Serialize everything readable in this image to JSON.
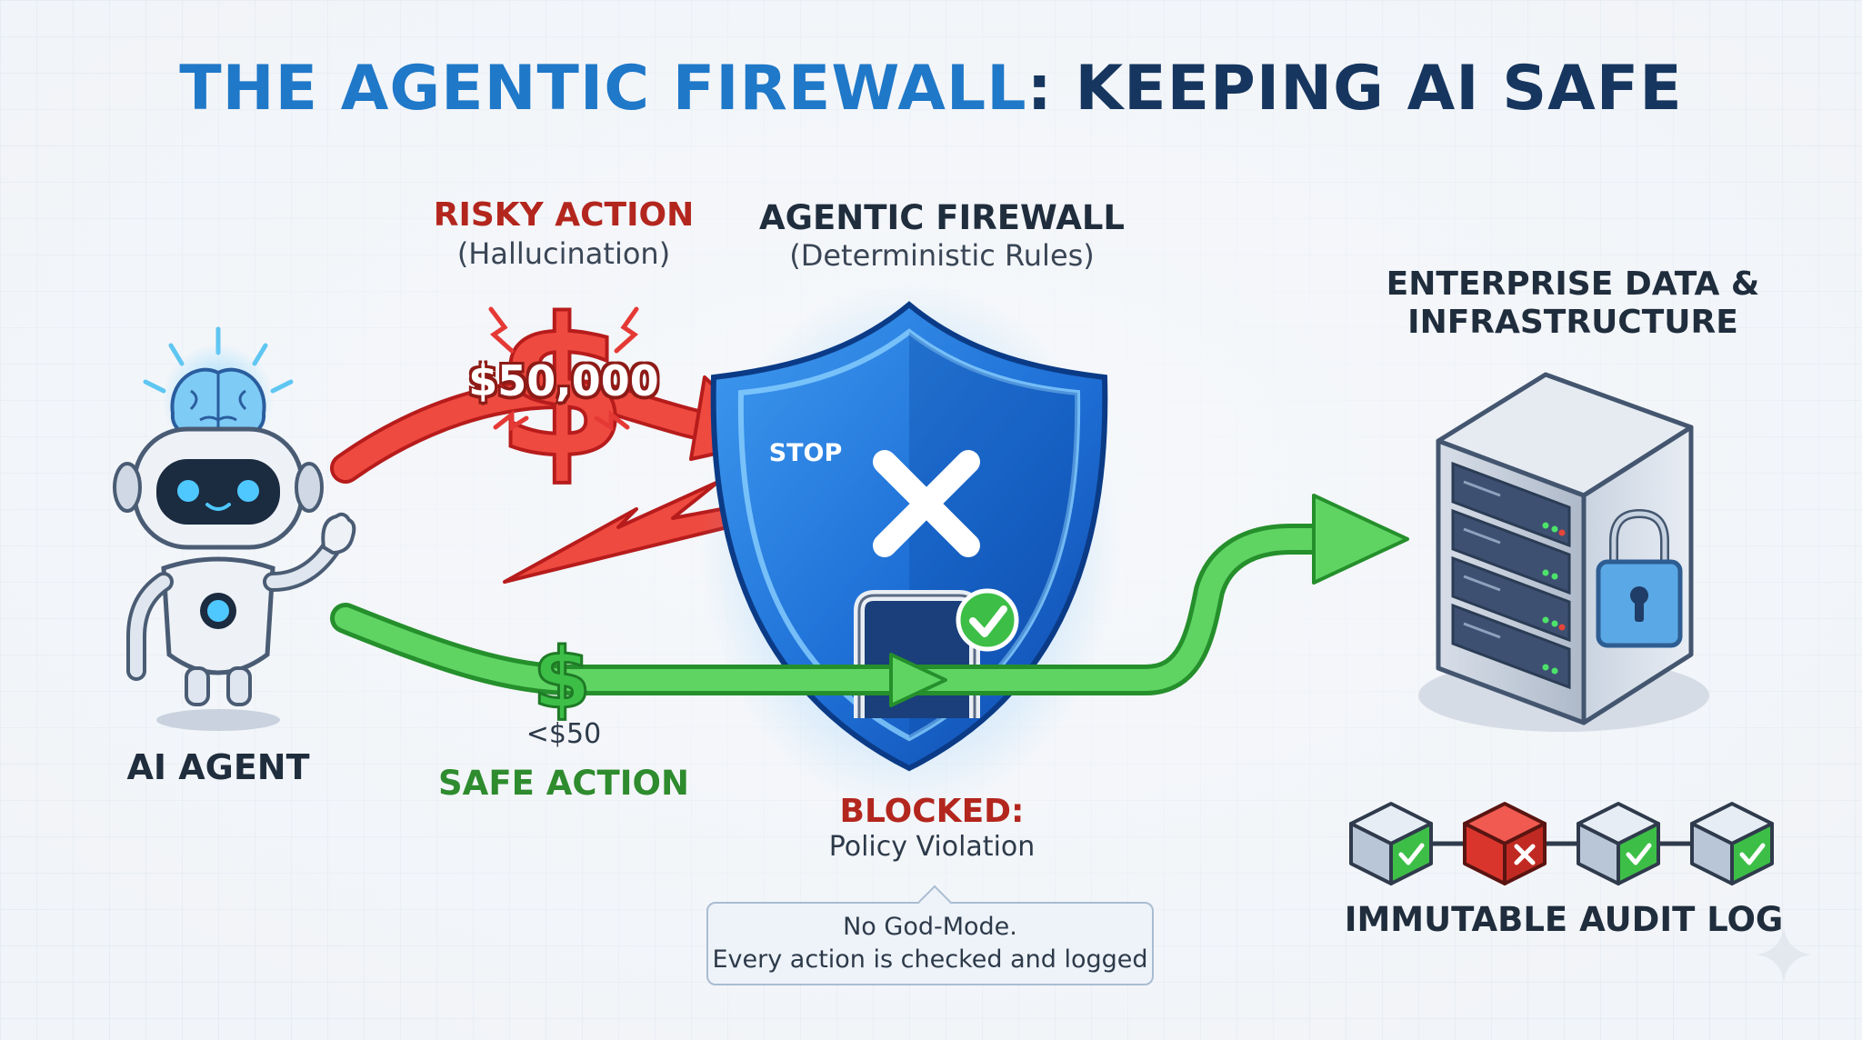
{
  "title": {
    "part1": "THE AGENTIC FIREWALL",
    "part2": ": KEEPING AI SAFE"
  },
  "risky_action": {
    "label": "RISKY ACTION",
    "sub": "(Hallucination)",
    "amount": "$50,000"
  },
  "firewall": {
    "label": "AGENTIC FIREWALL",
    "sub": "(Deterministic Rules)",
    "stop_sign": "STOP"
  },
  "enterprise": {
    "line1": "ENTERPRISE DATA &",
    "line2": "INFRASTRUCTURE"
  },
  "agent": {
    "label": "AI AGENT"
  },
  "safe_action": {
    "amount": "<$50",
    "label": "SAFE ACTION"
  },
  "blocked": {
    "label": "BLOCKED:",
    "sub": "Policy Violation"
  },
  "note": {
    "line1": "No God-Mode.",
    "line2": "Every action is checked and logged"
  },
  "audit_log": {
    "label": "IMMUTABLE AUDIT LOG",
    "blocks": [
      {
        "status": "ok",
        "icon": "check-icon"
      },
      {
        "status": "blocked",
        "icon": "x-icon"
      },
      {
        "status": "ok",
        "icon": "check-icon"
      },
      {
        "status": "ok",
        "icon": "check-icon"
      }
    ]
  },
  "colors": {
    "title_blue": "#1f78c8",
    "title_navy": "#16365f",
    "risk_red": "#e53935",
    "risk_label": "#b3261e",
    "safe_green": "#3fbf4a",
    "safe_label": "#2e8b2e",
    "shield_blue": "#1e73d8",
    "server_gray": "#b9c4d3"
  },
  "icons": [
    "robot-icon",
    "brain-icon",
    "dollar-icon",
    "stop-sign-icon",
    "shield-icon",
    "x-icon",
    "gate-icon",
    "check-icon",
    "server-icon",
    "padlock-icon",
    "sparkle-icon"
  ]
}
